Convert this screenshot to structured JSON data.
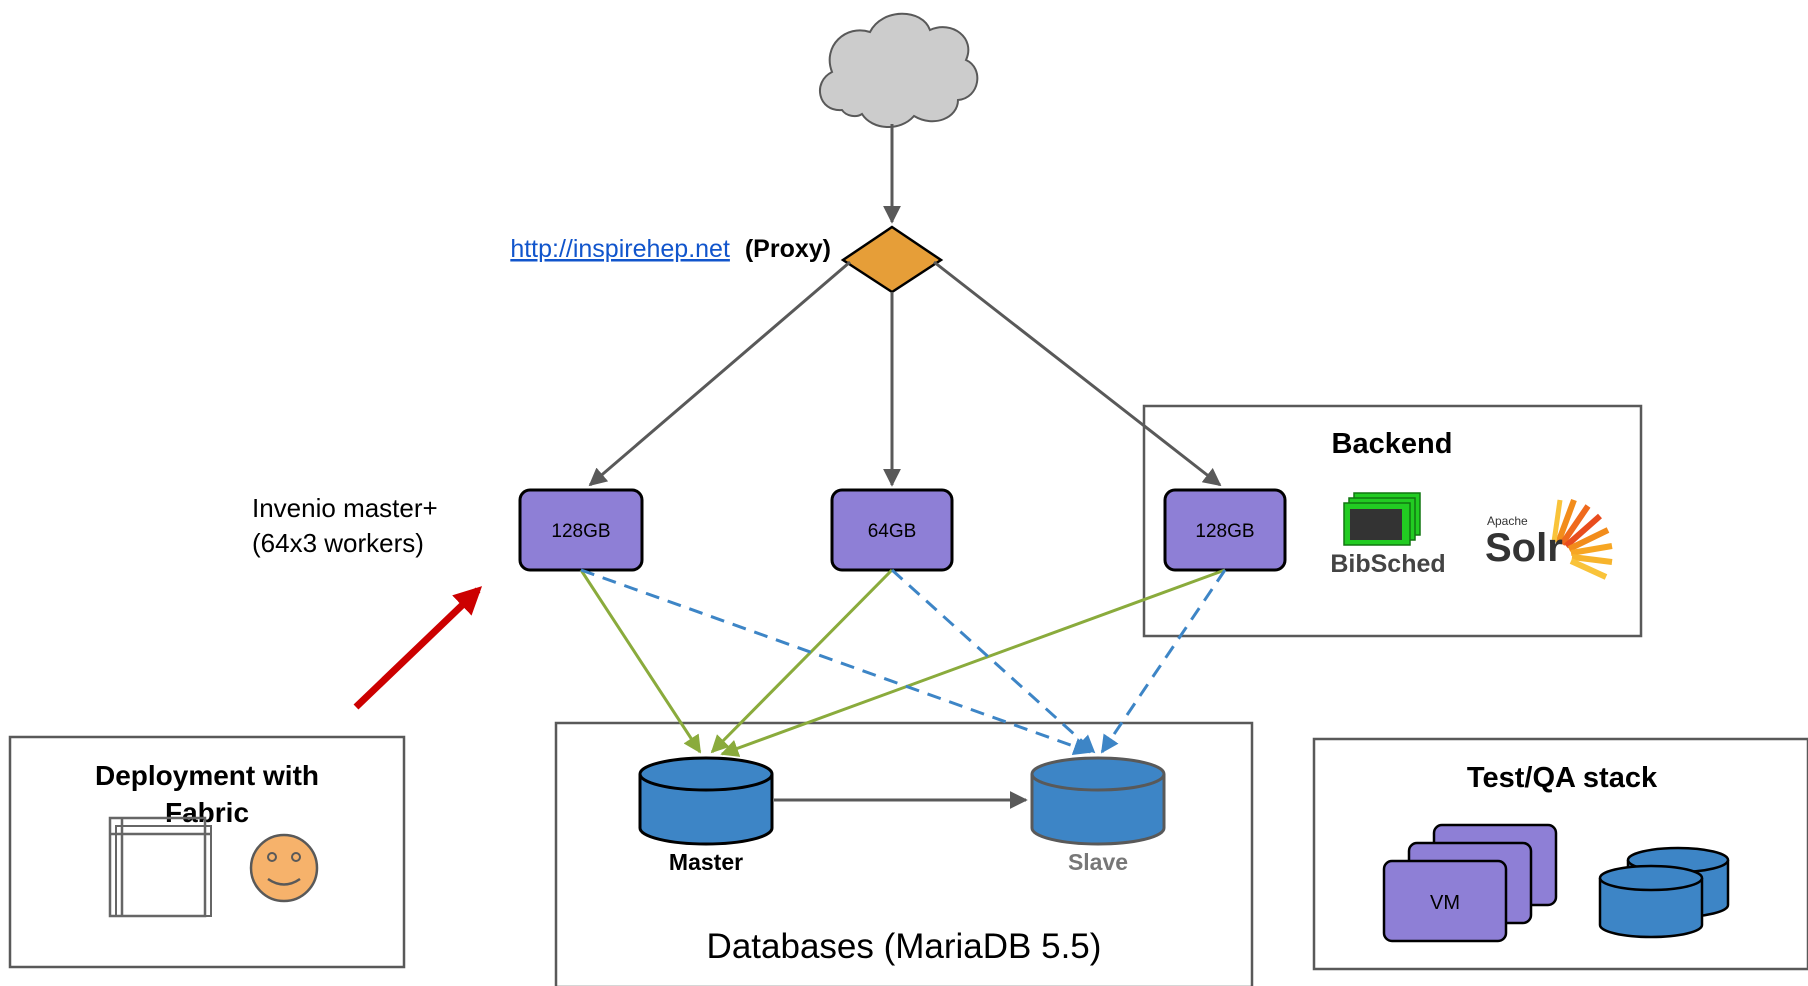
{
  "proxy": {
    "url": "http://inspirehep.net",
    "label": "(Proxy)"
  },
  "workers": {
    "label_line1": "Invenio master+",
    "label_line2": "(64x3 workers)",
    "nodes": [
      "128GB",
      "64GB",
      "128GB"
    ]
  },
  "backend": {
    "title": "Backend",
    "bibsched_label": "BibSched",
    "solr_small": "Apache",
    "solr_label": "Solr"
  },
  "deployment": {
    "title_line1": "Deployment with",
    "title_line2": "Fabric"
  },
  "databases": {
    "title": "Databases (MariaDB 5.5)",
    "master_label": "Master",
    "slave_label": "Slave"
  },
  "testqa": {
    "title": "Test/QA stack",
    "vm_label": "VM"
  },
  "colors": {
    "node_fill": "#8e7fd6",
    "db_fill": "#3d85c6",
    "proxy_fill": "#e69e38",
    "green_line": "#8aab3c",
    "dashed_line": "#3d85c6",
    "red_arrow": "#cc0000"
  }
}
